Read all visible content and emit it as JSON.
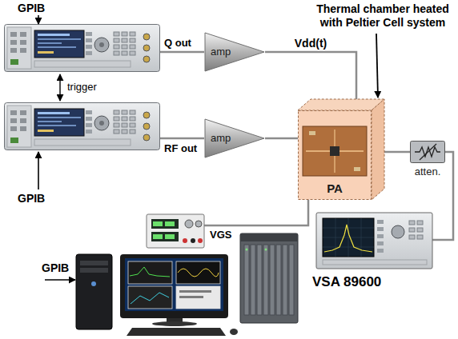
{
  "diagram": {
    "nodes": [
      {
        "text": [
          "amp"
        ]
      },
      {
        "text": [
          "amp"
        ]
      },
      {
        "text": [
          "PA"
        ]
      },
      {
        "text": [
          "atten."
        ]
      }
    ],
    "edges": [
      {
        "from": 0,
        "to": 2,
        "arrow": "none",
        "label": "Vdd(t)"
      },
      {
        "from": 1,
        "to": 2,
        "arrow": "none"
      },
      {
        "from": 2,
        "to": 3,
        "arrow": "none"
      }
    ],
    "labels": [
      "GPIB",
      "Q out",
      "Thermal chamber heated with Peltier Cell system",
      "trigger",
      "RF out",
      "GPIB",
      "VGS",
      "VSA 89600",
      "GPIB"
    ]
  }
}
